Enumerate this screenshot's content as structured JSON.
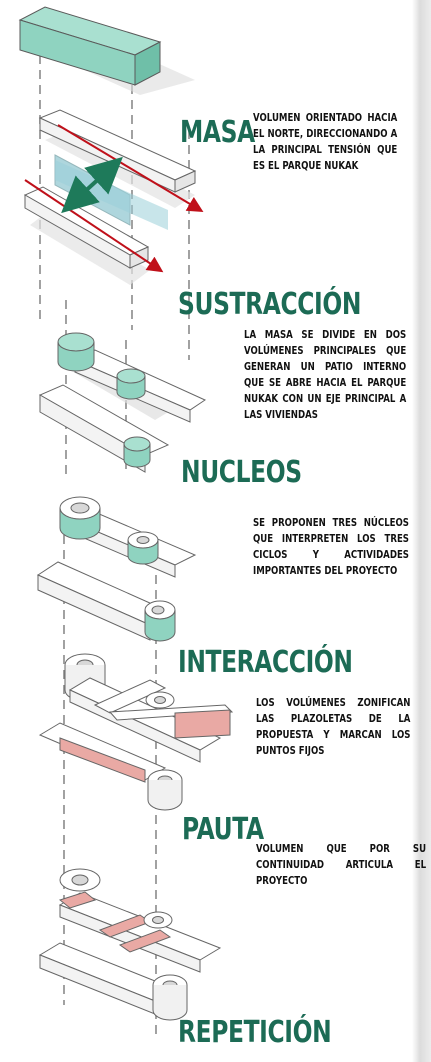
{
  "stages": [
    {
      "id": "masa",
      "title": "MASA",
      "description": "VOLUMEN ORIENTADO HACIA EL NORTE, DIRECCIONANDO A LA PRINCIPAL TENSIÓN QUE ES EL PARQUE NUKAK"
    },
    {
      "id": "sustraccion",
      "title": "SUSTRACCIÓN",
      "description": "LA MASA SE DIVIDE EN DOS VOLÚMENES PRINCIPALES QUE GENERAN UN PATIO INTERNO QUE SE ABRE HACIA EL PARQUE NUKAK CON UN EJE PRINCIPAL A LAS VIVIENDAS"
    },
    {
      "id": "nucleos",
      "title": "NUCLEOS",
      "description": "SE PROPONEN TRES NÚCLEOS QUE INTERPRETEN LOS TRES CICLOS Y ACTIVIDADES IMPORTANTES DEL PROYECTO"
    },
    {
      "id": "interaccion",
      "title": "INTERACCIÓN",
      "description": "LOS VOLÚMENES ZONIFICAN LAS PLAZOLETAS DE LA PROPUESTA Y MARCAN LOS PUNTOS FIJOS"
    },
    {
      "id": "pauta",
      "title": "PAUTA",
      "description": "VOLUMEN QUE POR SU CONTINUIDAD ARTICULA EL PROYECTO"
    },
    {
      "id": "repeticion",
      "title": "REPETICIÓN",
      "description": ""
    }
  ],
  "colors": {
    "title_green": "#1c6b55",
    "volume_teal": "#8fd3c0",
    "arrow_red": "#c0101a",
    "arrow_green": "#1e7a5a",
    "plaza_pink": "#e9a9a4",
    "guide_dashed": "#8a8a8a"
  }
}
